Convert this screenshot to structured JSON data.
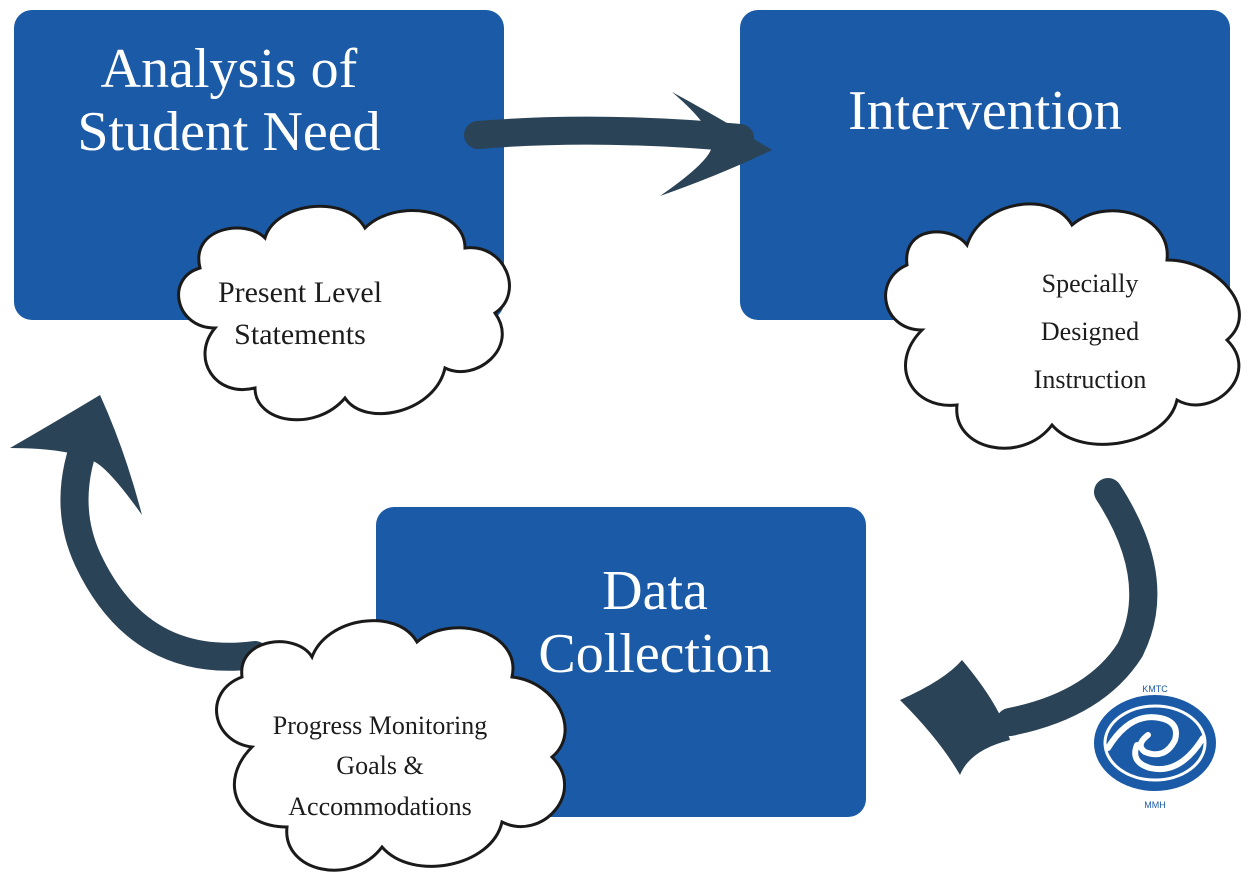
{
  "colors": {
    "box": "#1a5aa6",
    "arrow": "#2b4356",
    "cloud_fill": "#ffffff",
    "cloud_stroke": "#1a1a1a"
  },
  "steps": [
    {
      "title_lines": [
        "Analysis of",
        "Student Need"
      ],
      "cloud_lines": [
        "Present Level",
        "Statements"
      ]
    },
    {
      "title_lines": [
        "Intervention"
      ],
      "cloud_lines": [
        "Specially",
        "Designed",
        "Instruction"
      ]
    },
    {
      "title_lines": [
        "Data",
        "Collection"
      ],
      "cloud_lines": [
        "Progress Monitoring",
        "Goals &",
        "Accommodations"
      ]
    }
  ],
  "logo": {
    "icon": "clasped-hands-seal-icon",
    "text_top": "KMTC",
    "text_bottom": "MMH"
  }
}
